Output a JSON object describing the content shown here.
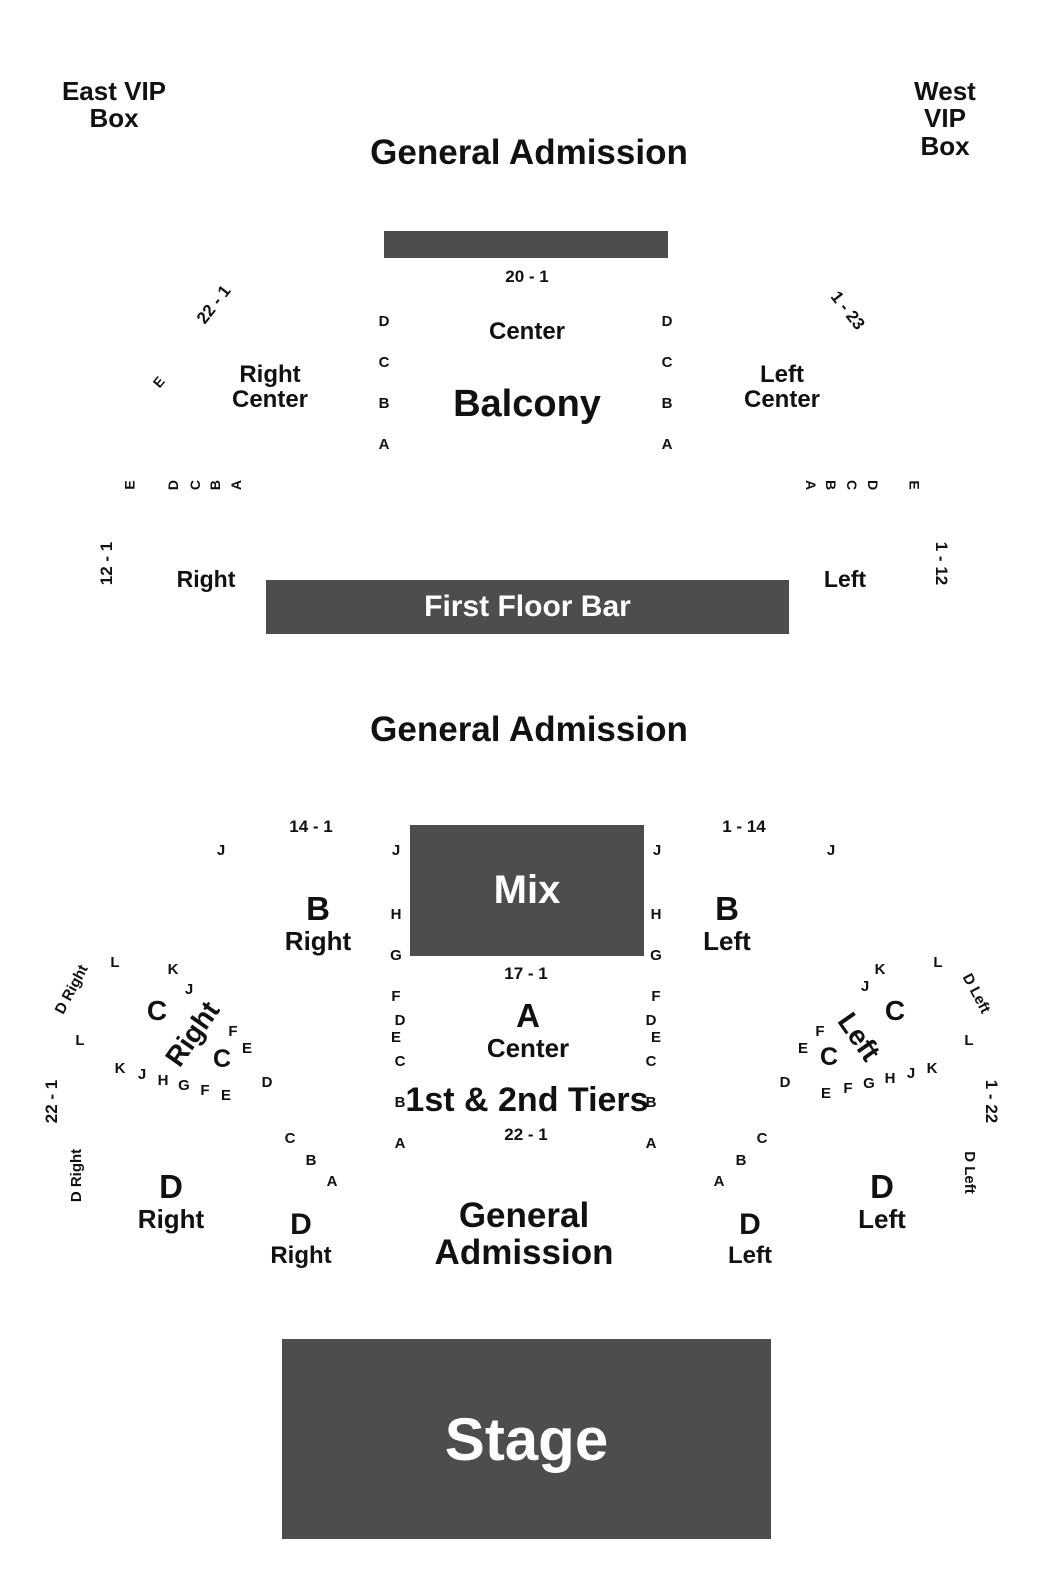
{
  "vip": {
    "east": "East VIP\nBox",
    "west": "West VIP\nBox"
  },
  "balcony": {
    "ga_label": "General Admission",
    "center_row_range": "20 - 1",
    "center_label": "Center",
    "title": "Balcony",
    "row_letters_center": [
      "D",
      "C",
      "B",
      "A"
    ],
    "right_center_label": "Right\nCenter",
    "left_center_label": "Left\nCenter",
    "right_center_range": "22 - 1",
    "left_center_range": "1 - 23",
    "row_e": "E",
    "right_label": "Right",
    "left_label": "Left",
    "right_range": "12 - 1",
    "left_range": "1 - 12",
    "side_rows_right": [
      "E",
      "D",
      "C",
      "B",
      "A"
    ],
    "side_rows_left": [
      "A",
      "B",
      "C",
      "D",
      "E"
    ]
  },
  "first_floor_bar": "First Floor Bar",
  "floor_ga_label": "General Admission",
  "mix": "Mix",
  "tiers": {
    "b_right_range": "14 - 1",
    "b_left_range": "1 - 14",
    "row_j": "J",
    "b_letter": "B",
    "b_right": "Right",
    "b_left": "Left",
    "mix_rows": [
      "H",
      "G",
      "F",
      "E"
    ],
    "a_range": "17 - 1",
    "a_rows": [
      "D",
      "C",
      "B",
      "A"
    ],
    "a_letter": "A",
    "a_center": "Center",
    "title": "1st & 2nd Tiers",
    "bottom_range": "22 - 1",
    "c_letter": "C",
    "c_right_word": "Right",
    "c_left_word": "Left",
    "d_right_side": "D Right",
    "d_left_side": "D Left",
    "range_22_1": "22 - 1",
    "range_1_22": "1 - 22",
    "rows_right_fan": [
      "K",
      "J",
      "H",
      "G",
      "F",
      "E"
    ],
    "rows_left_fan": [
      "E",
      "F",
      "G",
      "H",
      "J",
      "K"
    ],
    "row_k": "K",
    "row_l": "L",
    "row_e": "E",
    "row_f": "F",
    "row_d": "D",
    "d_rows_right": [
      "C",
      "B",
      "A"
    ],
    "d_rows_left": [
      "A",
      "B",
      "C"
    ],
    "d_letter": "D",
    "d_right_word": "Right",
    "d_left_word": "Left",
    "ga_bottom": "General\nAdmission"
  },
  "stage": "Stage"
}
